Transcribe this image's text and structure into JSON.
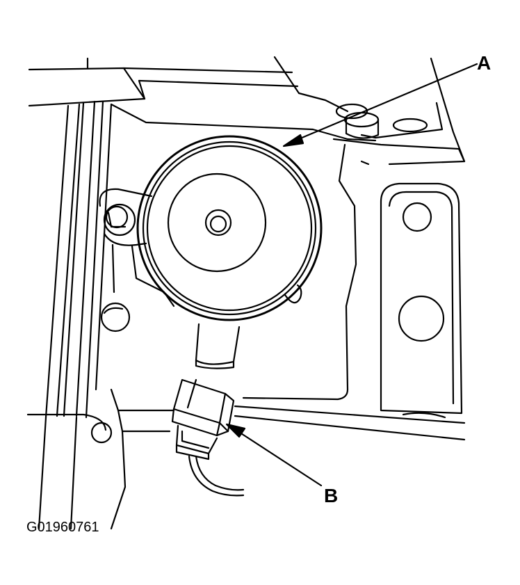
{
  "diagram": {
    "callouts": {
      "a": "A",
      "b": "B"
    },
    "figure_id": "G01960761"
  },
  "colors": {
    "ink": "#000000",
    "paper": "#ffffff"
  }
}
